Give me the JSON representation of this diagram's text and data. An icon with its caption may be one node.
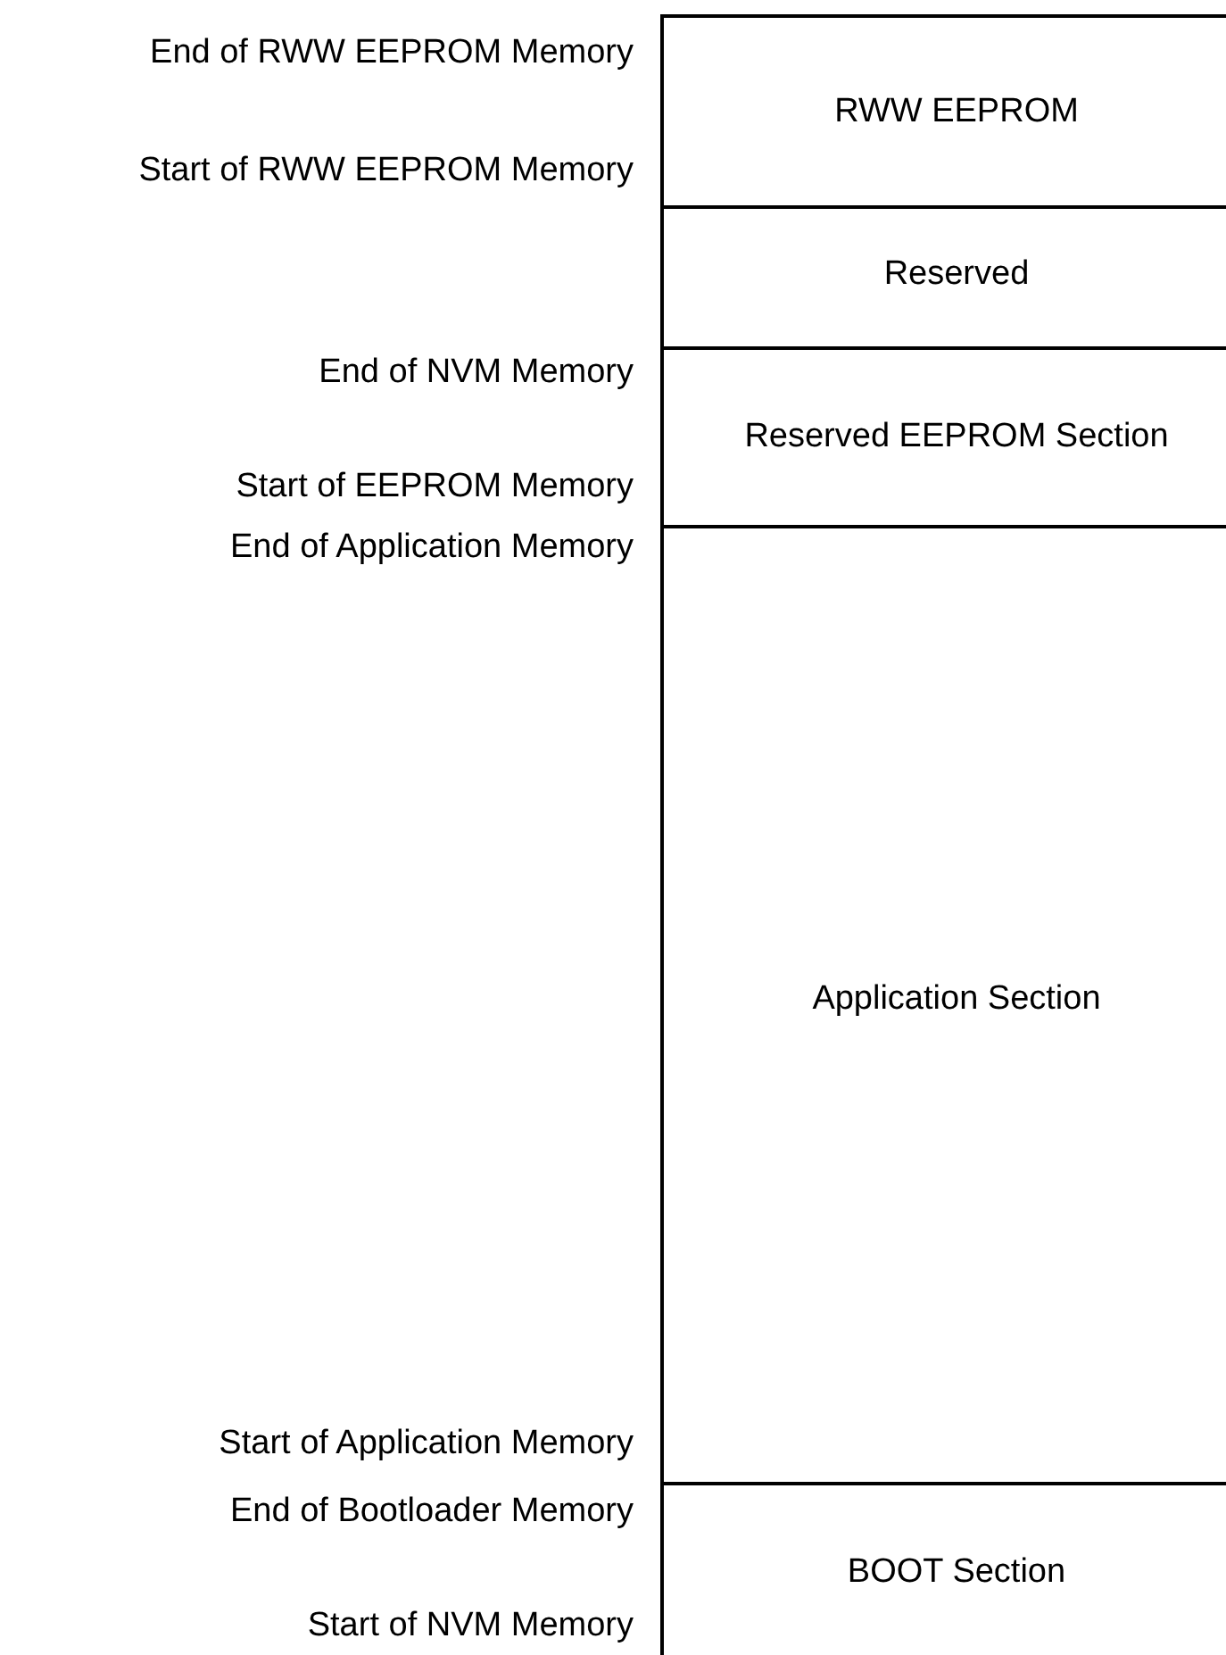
{
  "diagram": {
    "nodes": [
      {
        "text": [
          "RWW EEPROM"
        ]
      },
      {
        "text": [
          "Reserved"
        ]
      },
      {
        "text": [
          "Reserved EEPROM Section"
        ]
      },
      {
        "text": [
          "Application Section"
        ]
      },
      {
        "text": [
          "BOOT Section"
        ]
      }
    ],
    "labels": [
      "End of RWW EEPROM Memory",
      "Start of RWW EEPROM Memory",
      "End of NVM Memory",
      "Start of EEPROM Memory",
      "End of Application Memory",
      "Start of Application Memory",
      "End of Bootloader Memory",
      "Start of NVM Memory"
    ]
  }
}
